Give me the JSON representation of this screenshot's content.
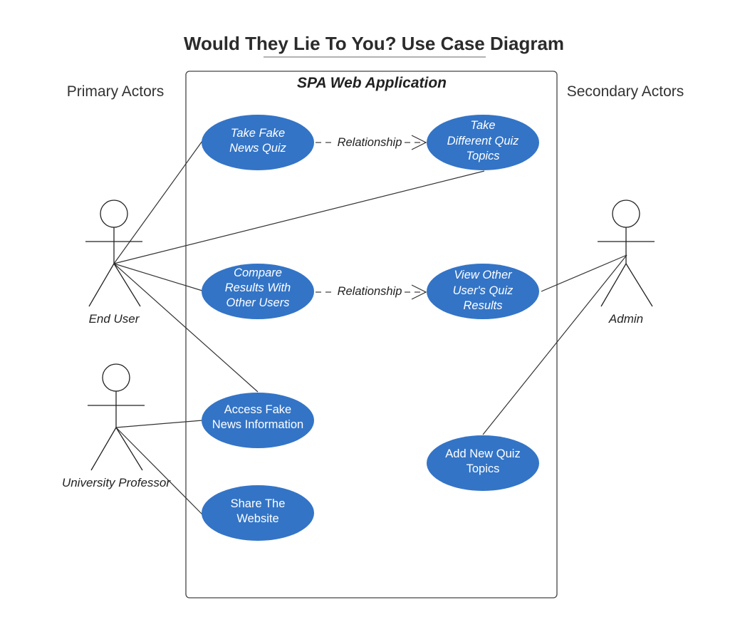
{
  "title": "Would They Lie To You? Use Case Diagram",
  "system": {
    "name": "SPA Web Application"
  },
  "groups": {
    "primary": "Primary Actors",
    "secondary": "Secondary Actors"
  },
  "actors": {
    "end_user": "End User",
    "professor": "University Professor",
    "admin": "Admin"
  },
  "use_cases": {
    "take_quiz": [
      "Take Fake",
      "News Quiz"
    ],
    "take_topics": [
      "Take",
      "Different Quiz",
      "Topics"
    ],
    "compare": [
      "Compare",
      "Results With",
      "Other Users"
    ],
    "view_results": [
      "View Other",
      "User's Quiz",
      "Results"
    ],
    "access_info": [
      "Access Fake",
      "News Information"
    ],
    "share": [
      "Share The",
      "Website"
    ],
    "add_topics": [
      "Add New Quiz",
      "Topics"
    ]
  },
  "relationships": {
    "rel1": "Relationship",
    "rel2": "Relationship"
  },
  "colors": {
    "use_case_fill": "#3374c6",
    "line": "#333333"
  }
}
